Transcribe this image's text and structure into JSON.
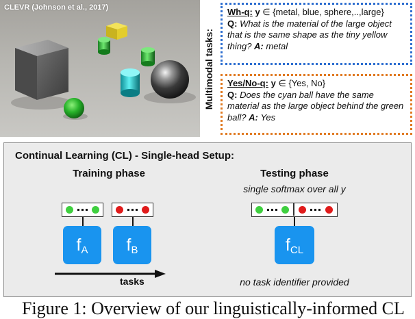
{
  "scene": {
    "caption": "CLEVR (Johnson et al., 2017)"
  },
  "multimodal_label": "Multimodal tasks:",
  "whq": {
    "type_label": "Wh-q:",
    "y_label": "y",
    "y_set": " ∈ {metal, blue, sphere,..,large}",
    "q_label": "Q:",
    "question": "What is the material of the large object that is the same shape as the tiny yellow thing?",
    "a_label": "A:",
    "answer": "metal",
    "border_color": "#2f6fd0"
  },
  "yesno": {
    "type_label": "Yes/No-q:",
    "y_label": "y",
    "y_set": " ∈ {Yes, No}",
    "q_label": "Q:",
    "question": "Does the cyan ball have the same material as the large object behind the green ball?",
    "a_label": "A:",
    "answer": "Yes",
    "border_color": "#e07a22"
  },
  "cl": {
    "title": "Continual Learning (CL) - Single-head Setup:",
    "training_title": "Training phase",
    "testing_title": "Testing phase",
    "softmax_note": "single softmax over all y",
    "tasks_label": "tasks",
    "no_task_note": "no task identifier provided",
    "model_a": {
      "letter": "f",
      "sub": "A"
    },
    "model_b": {
      "letter": "f",
      "sub": "B"
    },
    "model_cl": {
      "letter": "f",
      "sub": "CL"
    },
    "model_color": "#1994ef"
  },
  "caption": "Figure 1: Overview of our linguistically-informed CL"
}
